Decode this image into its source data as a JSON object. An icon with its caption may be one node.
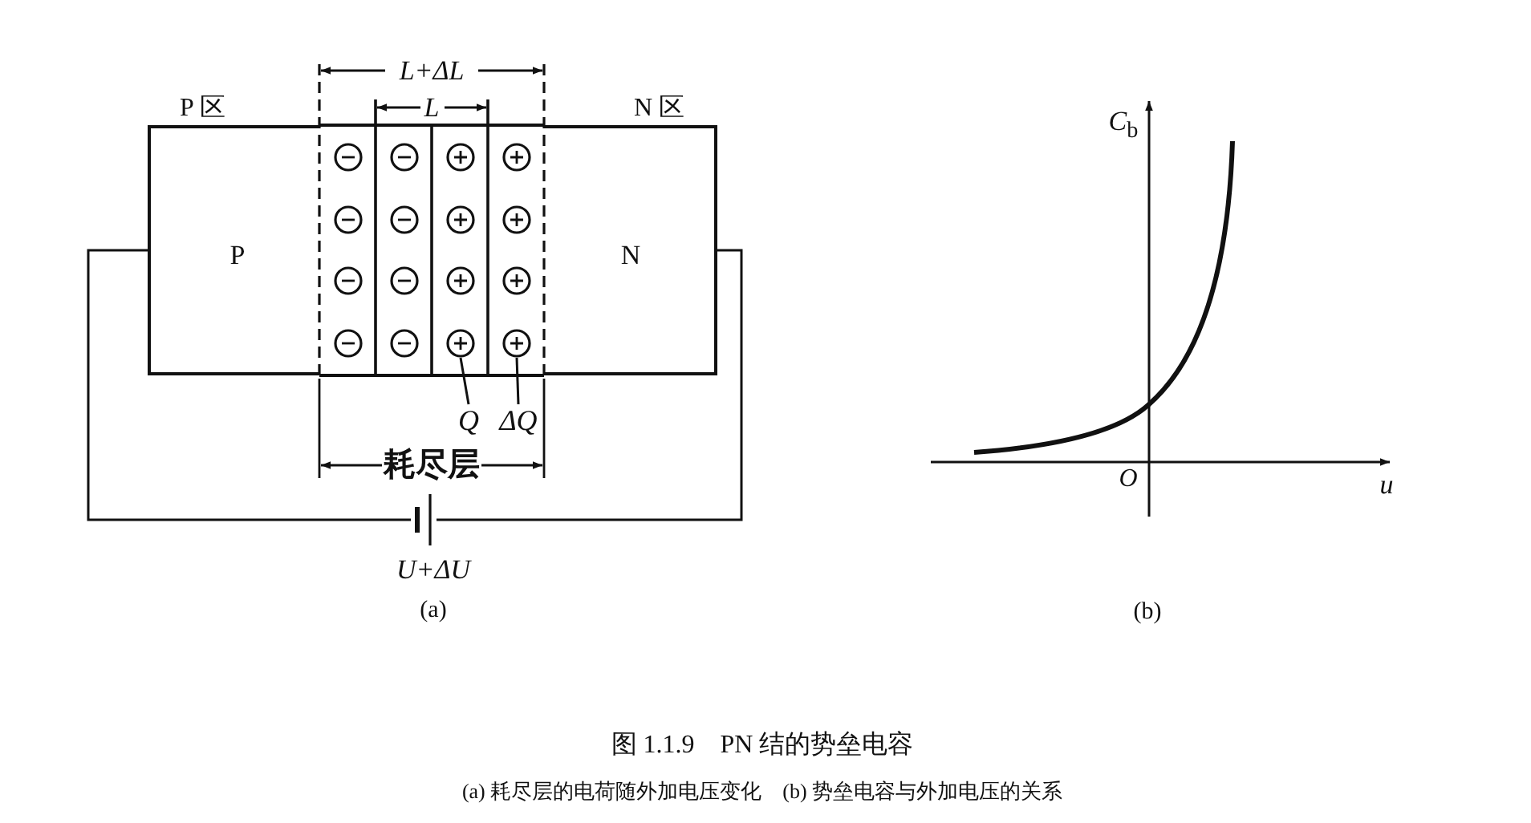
{
  "diagram": {
    "title": "图 1.1.9　PN 结的势垒电容",
    "caption": "(a) 耗尽层的电荷随外加电压变化　(b) 势垒电容与外加电压的关系",
    "nodes": [
      {
        "text": [
          "P"
        ],
        "beside": [
          "P 区"
        ]
      },
      {
        "text": [
          "N"
        ],
        "beside": [
          "N 区"
        ]
      },
      {
        "text": [
          "Q"
        ]
      },
      {
        "text": [
          "ΔQ"
        ]
      },
      {
        "text": [],
        "shape": "battery"
      },
      {
        "text": [],
        "shape": "circle"
      },
      {
        "text": [],
        "shape": "circle"
      },
      {
        "text": [],
        "shape": "circle"
      },
      {
        "text": [],
        "shape": "circle"
      },
      {
        "text": [],
        "shape": "circle"
      },
      {
        "text": [],
        "shape": "circle"
      },
      {
        "text": [],
        "shape": "circle"
      },
      {
        "text": [],
        "shape": "circle"
      },
      {
        "text": [],
        "shape": "circle"
      },
      {
        "text": [],
        "shape": "circle"
      },
      {
        "text": [],
        "shape": "circle"
      },
      {
        "text": [],
        "shape": "circle"
      },
      {
        "text": [],
        "shape": "circle"
      },
      {
        "text": [],
        "shape": "circle"
      },
      {
        "text": [],
        "shape": "circle"
      },
      {
        "text": [],
        "shape": "circle"
      }
    ],
    "edges": [
      {
        "from": 0,
        "to": 4,
        "arrow": "none"
      },
      {
        "from": 4,
        "to": 1,
        "arrow": "none"
      },
      {
        "from": 2,
        "to": 19,
        "arrow": "none"
      },
      {
        "from": 3,
        "to": 20,
        "arrow": "none"
      }
    ],
    "labels": [
      "L+ΔL",
      "L",
      "耗尽层",
      "U+ΔU",
      "(a)",
      "*C*$_{b}$",
      "u",
      "O",
      "(b)"
    ]
  }
}
